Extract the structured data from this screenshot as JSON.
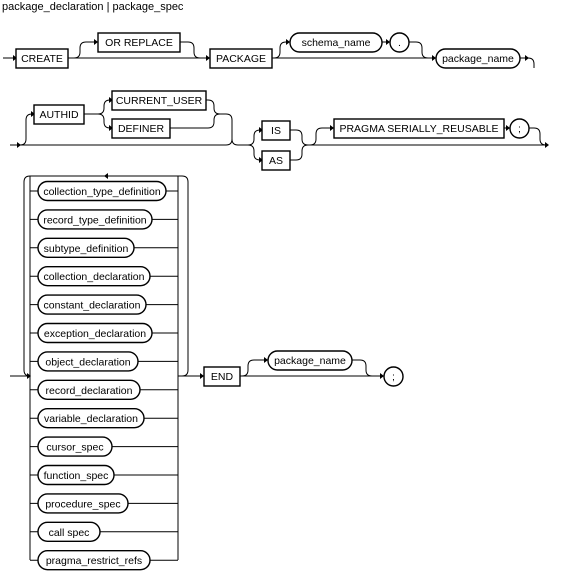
{
  "title": "package_declaration | package_spec",
  "row1": {
    "create": "CREATE",
    "or_replace": "OR REPLACE",
    "package": "PACKAGE",
    "schema_name": "schema_name",
    "dot": ".",
    "package_name": "package_name"
  },
  "row2": {
    "authid": "AUTHID",
    "current_user": "CURRENT_USER",
    "definer": "DEFINER",
    "is": "IS",
    "as": "AS",
    "pragma": "PRAGMA SERIALLY_REUSABLE",
    "semicolon": ";"
  },
  "row3": {
    "items": [
      "collection_type_definition",
      "record_type_definition",
      "subtype_definition",
      "collection_declaration",
      "constant_declaration",
      "exception_declaration",
      "object_declaration",
      "record_declaration",
      "variable_declaration",
      "cursor_spec",
      "function_spec",
      "procedure_spec",
      "call spec",
      "pragma_restrict_refs"
    ],
    "end": "END",
    "package_name": "package_name",
    "semicolon": ";"
  }
}
